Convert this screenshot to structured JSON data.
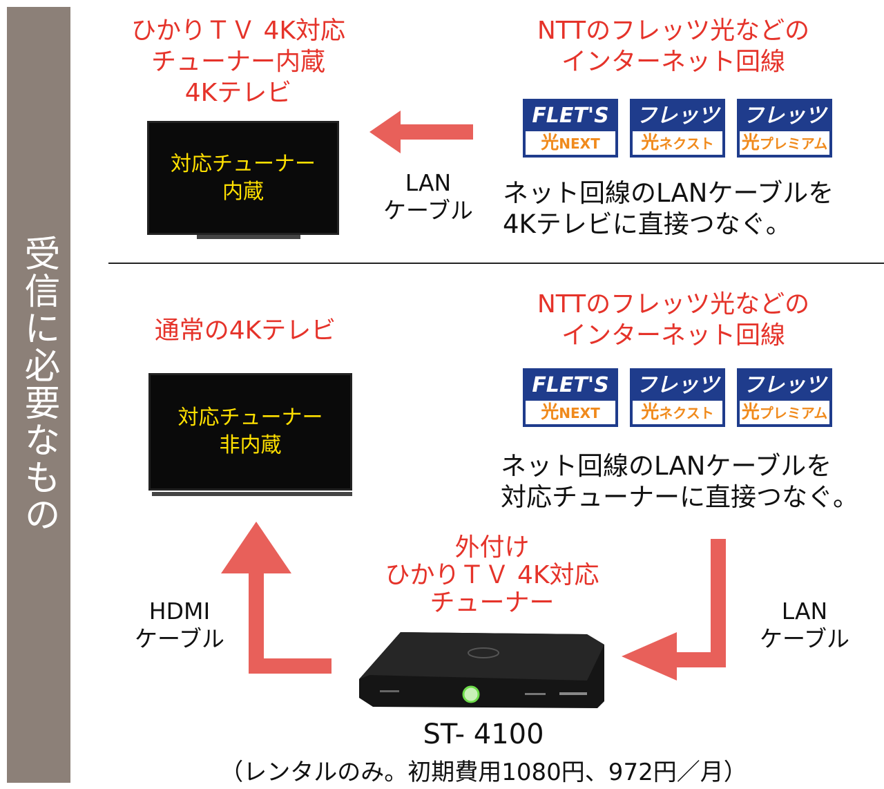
{
  "sidebar": {
    "title": "受信に必要なもの"
  },
  "top": {
    "tv_title": [
      "ひかりＴＶ 4K対応",
      "チューナー内蔵",
      "4Kテレビ"
    ],
    "tv_screen": [
      "対応チューナー",
      "内蔵"
    ],
    "cable": [
      "LAN",
      "ケーブル"
    ],
    "net_title": [
      "NTTのフレッツ光などの",
      "インターネット回線"
    ],
    "note": [
      "ネット回線のLANケーブルを",
      "4Kテレビに直接つなぐ。"
    ]
  },
  "logos": [
    {
      "top": "FLET'S",
      "mark": "光",
      "sub": "NEXT"
    },
    {
      "top": "フレッツ",
      "mark": "光",
      "sub": "ネクスト"
    },
    {
      "top": "フレッツ",
      "mark": "光",
      "sub": "プレミアム"
    }
  ],
  "bottom": {
    "tv_title": "通常の4Kテレビ",
    "tv_screen": [
      "対応チューナー",
      "非内蔵"
    ],
    "net_title": [
      "NTTのフレッツ光などの",
      "インターネット回線"
    ],
    "note": [
      "ネット回線のLANケーブルを",
      "対応チューナーに直接つなぐ。"
    ],
    "hdmi": [
      "HDMI",
      "ケーブル"
    ],
    "lan": [
      "LAN",
      "ケーブル"
    ],
    "tuner_title": [
      "外付け",
      "ひかりＴＶ 4K対応",
      "チューナー"
    ],
    "model": "ST- 4100",
    "price": "（レンタルのみ。初期費用1080円、972円／月）"
  },
  "colors": {
    "accent": "#e5332a",
    "arrow": "#e8605a",
    "sidebar": "#8c8078",
    "logo_navy": "#1f3c8c",
    "logo_orange": "#f08a1c"
  }
}
